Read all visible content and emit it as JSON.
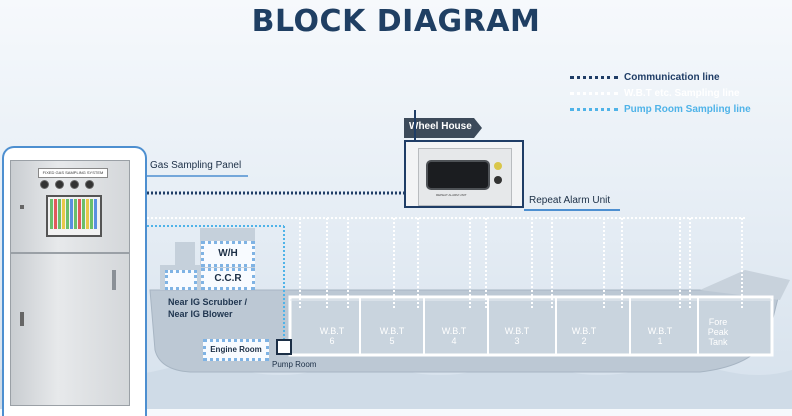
{
  "title": "BLOCK DIAGRAM",
  "legend": [
    {
      "label": "Communication line",
      "color": "#1f3d66",
      "text_color": "#1f3d66"
    },
    {
      "label": "W.B.T etc. Sampling line",
      "color": "#ffffff",
      "text_color": "#ffffff"
    },
    {
      "label": "Pump Room Sampling line",
      "color": "#4fb3e8",
      "text_color": "#4fb3e8"
    }
  ],
  "gas_panel": {
    "label": "Gas Sampling Panel",
    "cabinet_text": "FIXED GAS SAMPLING SYSTEM"
  },
  "wheel_house": {
    "tag": "Wheel House",
    "repeat_alarm": "Repeat Alarm Unit",
    "unit_text": "REPEAT ALARM UNIT"
  },
  "ship": {
    "wh": "W/H",
    "ccr": "C.C.R",
    "scrubber": "Near IG Scrubber /",
    "blower": "Near IG Blower",
    "engine_room": "Engine Room",
    "pump_room": "Pump Room"
  },
  "tanks": [
    {
      "name": "W.B.T",
      "num": "6"
    },
    {
      "name": "W.B.T",
      "num": "5"
    },
    {
      "name": "W.B.T",
      "num": "4"
    },
    {
      "name": "W.B.T",
      "num": "3"
    },
    {
      "name": "W.B.T",
      "num": "2"
    },
    {
      "name": "W.B.T",
      "num": "1"
    }
  ],
  "fore_peak": {
    "line1": "Fore",
    "line2": "Peak",
    "line3": "Tank"
  },
  "colors": {
    "title": "#1f3f63",
    "communication": "#1f3d66",
    "wbt_line": "#ffffff",
    "pump_line": "#4fb3e8",
    "hull": "#bcc8d4"
  }
}
